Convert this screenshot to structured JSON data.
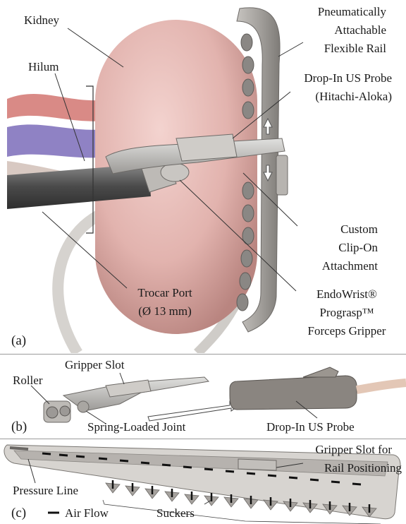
{
  "panels": {
    "a": {
      "tag": "(a)",
      "labels": {
        "kidney": "Kidney",
        "hilum": "Hilum",
        "rail": [
          "Pneumatically",
          "Attachable",
          "Flexible Rail"
        ],
        "probe": [
          "Drop-In US Probe",
          "(Hitachi-Aloka)"
        ],
        "clip": [
          "Custom",
          "Clip-On",
          "Attachment"
        ],
        "trocar": [
          "Trocar Port",
          "(Ø 13 mm)"
        ],
        "forceps": [
          "EndoWrist®",
          "Prograsp™",
          "Forceps Gripper"
        ]
      }
    },
    "b": {
      "tag": "(b)",
      "labels": {
        "gripper_slot": "Gripper Slot",
        "roller": "Roller",
        "spring_joint": "Spring-Loaded Joint",
        "probe": "Drop-In US Probe"
      }
    },
    "c": {
      "tag": "(c)",
      "labels": {
        "gripper_slot": [
          "Gripper Slot for",
          "Rail Positioning"
        ],
        "pressure_line": "Pressure Line",
        "air_flow": "Air Flow",
        "suckers": "Suckers"
      }
    }
  },
  "colors": {
    "kidney": "#e2b3ae",
    "vessel_red": "#d98a86",
    "vessel_blue": "#8f82c4",
    "rail": "#a9a6a2",
    "tool": "#5b5b5b",
    "leader": "#333333"
  }
}
